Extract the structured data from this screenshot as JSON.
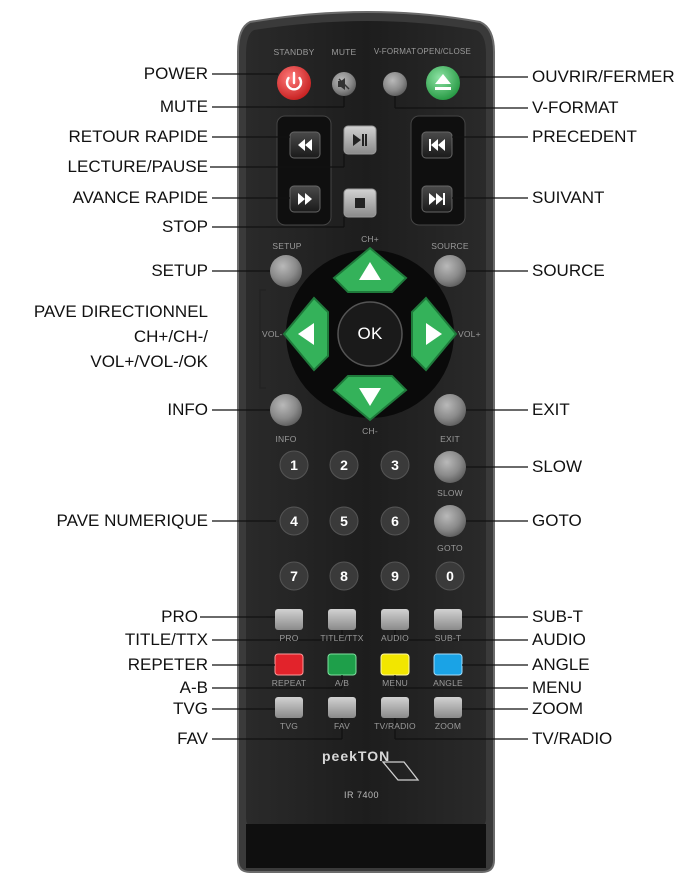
{
  "callouts_left": [
    {
      "id": "power",
      "text": "POWER"
    },
    {
      "id": "mute",
      "text": "MUTE"
    },
    {
      "id": "retour",
      "text": "RETOUR RAPIDE"
    },
    {
      "id": "lecture",
      "text": "LECTURE/PAUSE"
    },
    {
      "id": "avance",
      "text": "AVANCE RAPIDE"
    },
    {
      "id": "stop",
      "text": "STOP"
    },
    {
      "id": "setup",
      "text": "SETUP"
    },
    {
      "id": "pave1",
      "text": "PAVE DIRECTIONNEL"
    },
    {
      "id": "pave2",
      "text": "CH+/CH-/"
    },
    {
      "id": "pave3",
      "text": "VOL+/VOL-/OK"
    },
    {
      "id": "info",
      "text": "INFO"
    },
    {
      "id": "pavenum",
      "text": "PAVE NUMERIQUE"
    },
    {
      "id": "pro",
      "text": "PRO"
    },
    {
      "id": "title",
      "text": "TITLE/TTX"
    },
    {
      "id": "repeter",
      "text": "REPETER"
    },
    {
      "id": "ab",
      "text": "A-B"
    },
    {
      "id": "tvg",
      "text": "TVG"
    },
    {
      "id": "fav",
      "text": "FAV"
    }
  ],
  "callouts_right": [
    {
      "id": "ouvrir",
      "text": "OUVRIR/FERMER"
    },
    {
      "id": "vformat",
      "text": "V-FORMAT"
    },
    {
      "id": "precedent",
      "text": "PRECEDENT"
    },
    {
      "id": "suivant",
      "text": "SUIVANT"
    },
    {
      "id": "source",
      "text": "SOURCE"
    },
    {
      "id": "exit",
      "text": "EXIT"
    },
    {
      "id": "slow",
      "text": "SLOW"
    },
    {
      "id": "goto",
      "text": "GOTO"
    },
    {
      "id": "subt",
      "text": "SUB-T"
    },
    {
      "id": "audio",
      "text": "AUDIO"
    },
    {
      "id": "angle",
      "text": "ANGLE"
    },
    {
      "id": "menu",
      "text": "MENU"
    },
    {
      "id": "zoom",
      "text": "ZOOM"
    },
    {
      "id": "tvradio",
      "text": "TV/RADIO"
    }
  ],
  "remote_labels": {
    "standby": "STANDBY",
    "mute": "MUTE",
    "vformat": "V-FORMAT",
    "openclose": "OPEN/CLOSE",
    "chplus": "CH+",
    "setup": "SETUP",
    "source": "SOURCE",
    "volminus": "VOL-",
    "volplus": "VOL+",
    "ok": "OK",
    "info": "INFO",
    "chminus": "CH-",
    "exit": "EXIT",
    "slow": "SLOW",
    "goto": "GOTO",
    "pro": "PRO",
    "titlettx": "TITLE/TTX",
    "audio": "AUDIO",
    "subt": "SUB-T",
    "repeat": "REPEAT",
    "ab": "A/B",
    "menu": "MENU",
    "angle": "ANGLE",
    "tvg": "TVG",
    "fav": "FAV",
    "tvradio": "TV/RADIO",
    "zoom": "ZOOM"
  },
  "number_keys": [
    "1",
    "2",
    "3",
    "4",
    "5",
    "6",
    "7",
    "8",
    "9",
    "0"
  ],
  "brand": "peekTON",
  "model": "IR 7400",
  "colors": {
    "standby": "#e23b3b",
    "openclose": "#3fbf63",
    "dpad": "#34b25a",
    "repeat": "#e2232b",
    "ab": "#1e9f4a",
    "menu": "#f2e600",
    "angle": "#1aa3e6"
  }
}
